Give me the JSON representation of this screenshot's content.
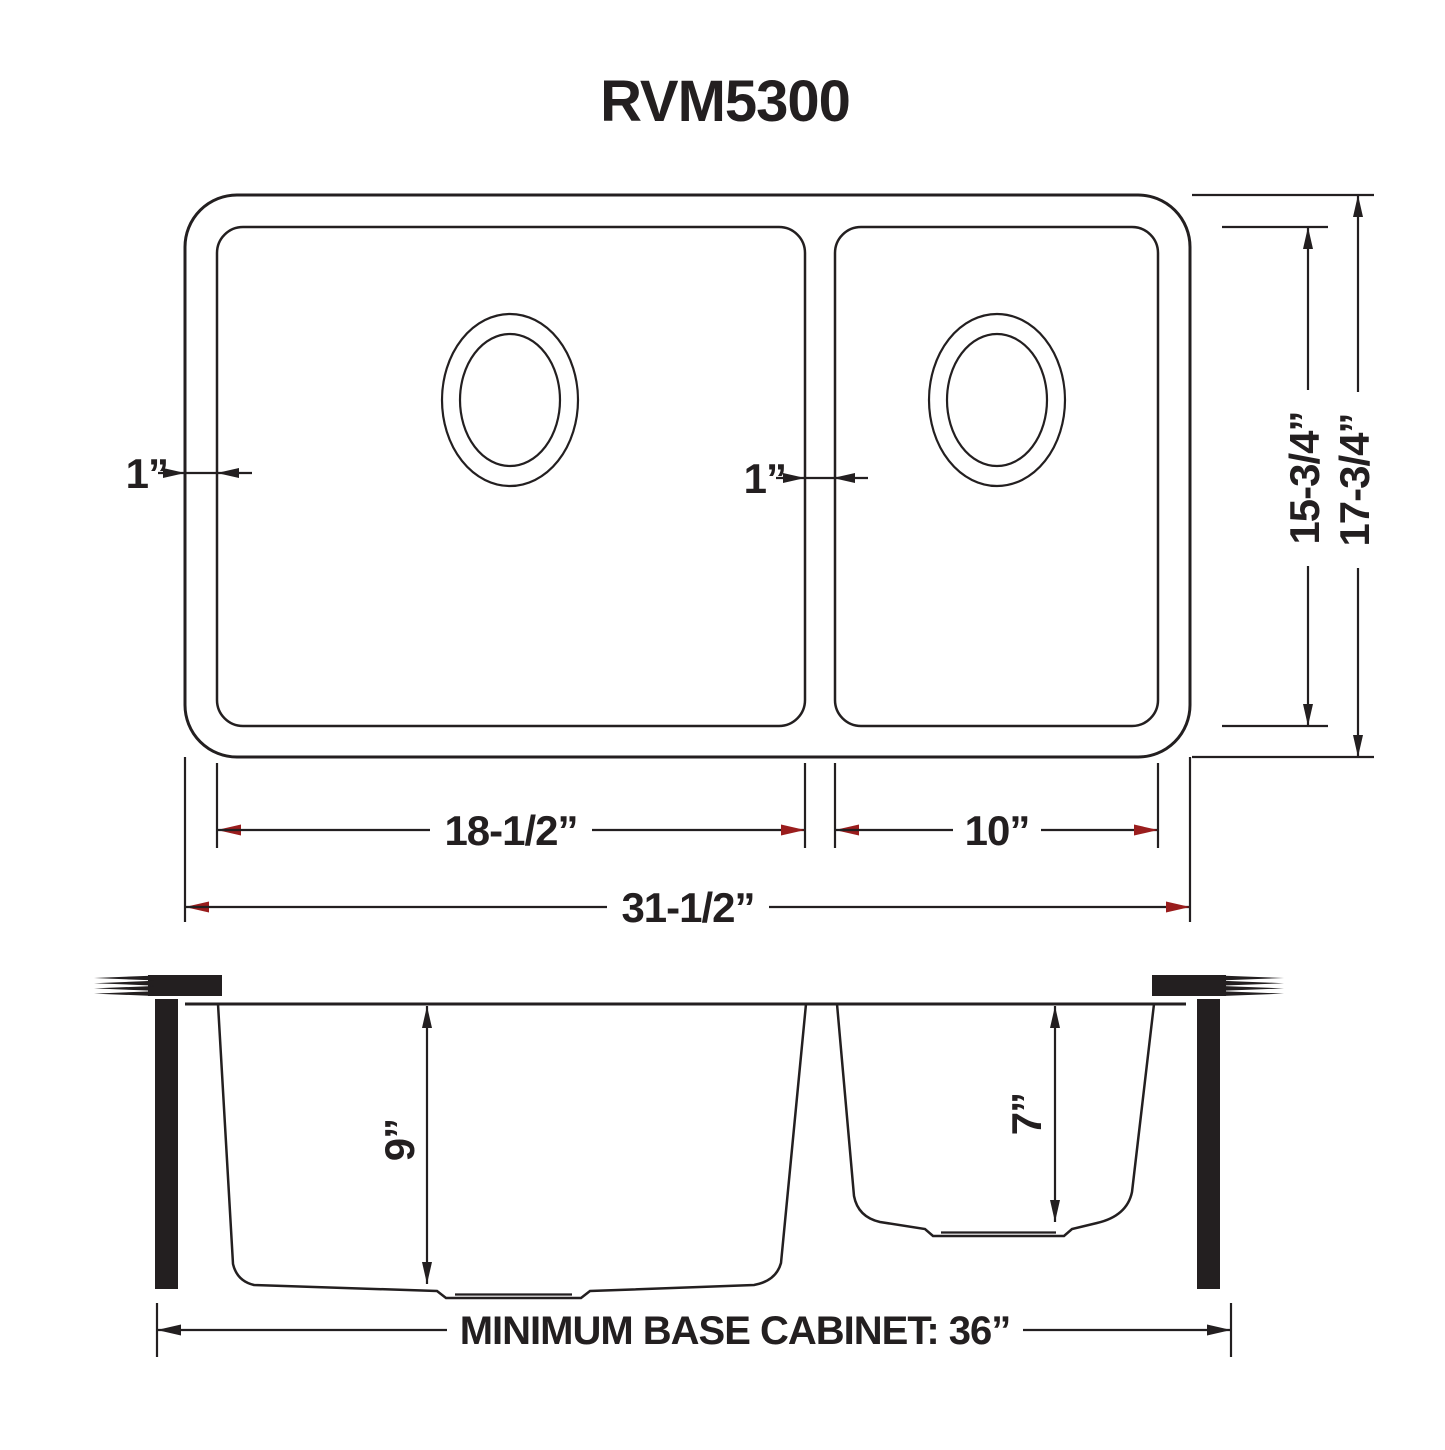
{
  "title": "RVM5300",
  "colors": {
    "line": "#231f20",
    "red_arrowhead": "#9a1d1d",
    "background": "#ffffff"
  },
  "top_view": {
    "dimensions": {
      "left_rim_reveal": "1”",
      "divider_reveal": "1”",
      "bowl_inner_height": "15-3/4”",
      "overall_height": "17-3/4”",
      "large_bowl_width": "18-1/2”",
      "small_bowl_width": "10”",
      "overall_width": "31-1/2”"
    }
  },
  "side_view": {
    "dimensions": {
      "large_bowl_depth": "9”",
      "small_bowl_depth": "7”",
      "base_cabinet_note": "MINIMUM BASE CABINET: 36”"
    }
  }
}
